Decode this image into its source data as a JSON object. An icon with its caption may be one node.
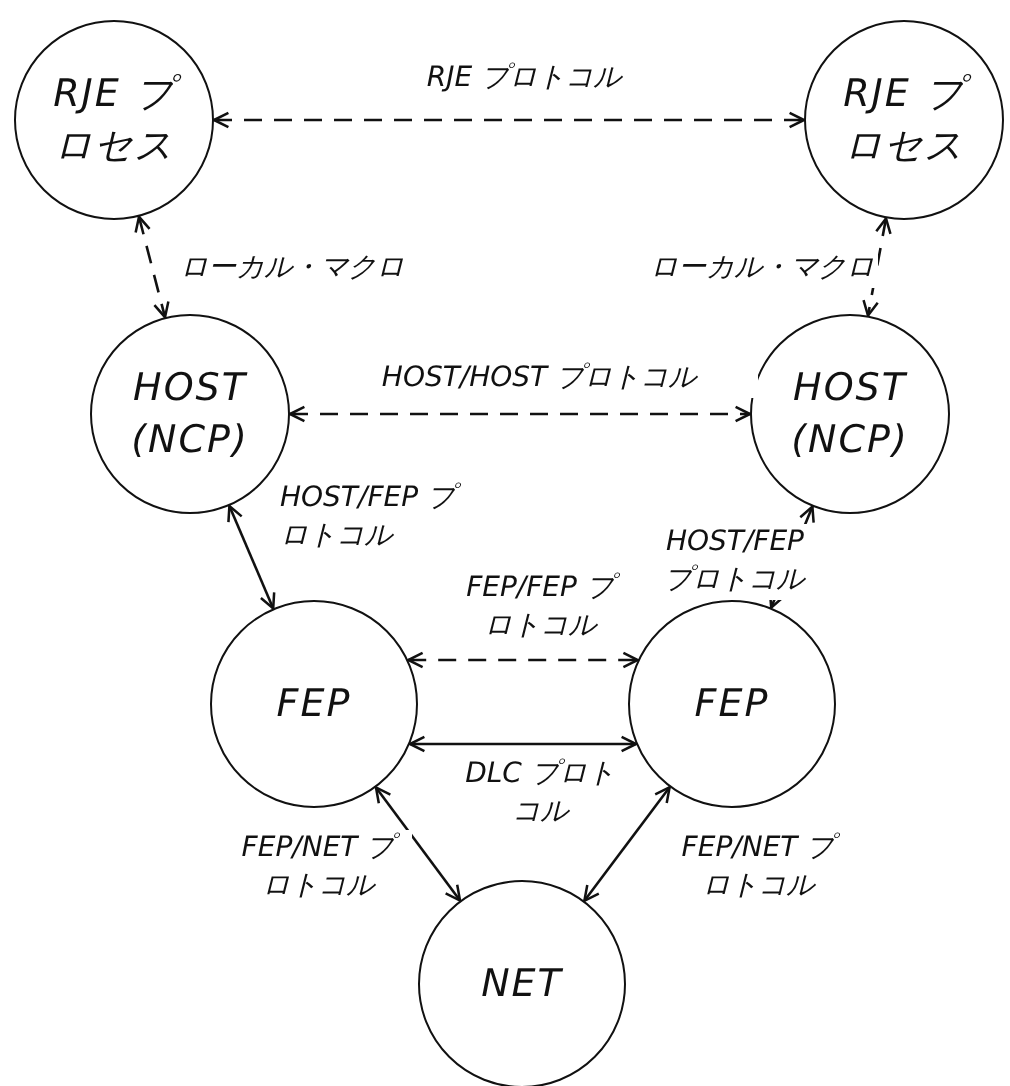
{
  "diagram": {
    "nodes": [
      {
        "text": [
          "RJE プロセス"
        ]
      },
      {
        "text": [
          "RJE プロセス"
        ]
      },
      {
        "text": [
          "HOST (NCP)"
        ]
      },
      {
        "text": [
          "HOST (NCP)"
        ]
      },
      {
        "text": [
          "FEP"
        ]
      },
      {
        "text": [
          "FEP"
        ]
      },
      {
        "text": [
          "NET"
        ]
      }
    ],
    "edges": [
      {
        "from": 0,
        "to": 1,
        "arrow": "both",
        "style": "dashed",
        "label": "RJE プロトコル"
      },
      {
        "from": 0,
        "to": 2,
        "arrow": "both",
        "style": "dashed",
        "label": "ローカル・マクロ"
      },
      {
        "from": 1,
        "to": 3,
        "arrow": "both",
        "style": "dashed",
        "label": "ローカル・マクロ"
      },
      {
        "from": 2,
        "to": 3,
        "arrow": "both",
        "style": "dashed",
        "label": "HOST/HOST プロトコル"
      },
      {
        "from": 2,
        "to": 4,
        "arrow": "both",
        "label": "HOST/FEP プロトコル"
      },
      {
        "from": 3,
        "to": 5,
        "arrow": "both",
        "label": "HOST/FEP プロトコル"
      },
      {
        "from": 4,
        "to": 5,
        "arrow": "both",
        "style": "dashed",
        "label": "FEP/FEP プロトコル"
      },
      {
        "from": 4,
        "to": 5,
        "arrow": "both",
        "label": "DLC プロトコル"
      },
      {
        "from": 4,
        "to": 6,
        "arrow": "both",
        "label": "FEP/NET プロトコル"
      },
      {
        "from": 5,
        "to": 6,
        "arrow": "both",
        "label": "FEP/NET プロトコル"
      }
    ]
  }
}
